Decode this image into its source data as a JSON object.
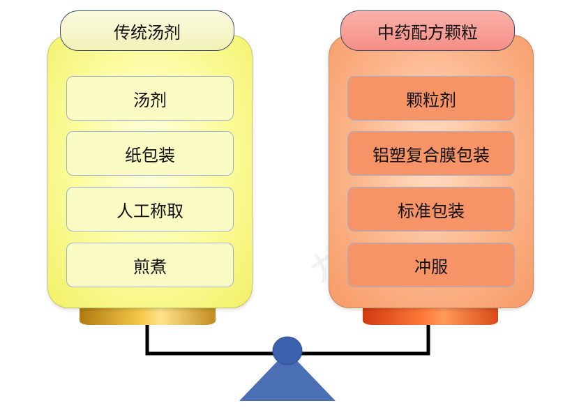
{
  "left_jar": {
    "title": "传统汤剂",
    "items": [
      "汤剂",
      "纸包装",
      "人工称取",
      "煎煮"
    ]
  },
  "right_jar": {
    "title": "中药配方颗粒",
    "items": [
      "颗粒剂",
      "铝塑复合膜包装",
      "标准包装",
      "冲服"
    ]
  },
  "watermark": "九黎科技",
  "colors": {
    "left_body": "#f8f88a",
    "left_item": "#fbfbc4",
    "right_body": "#f9a87a",
    "right_item": "#f69468",
    "right_cap": "#f48f86",
    "fulcrum": "#4a6fb5",
    "beam": "#000000"
  }
}
